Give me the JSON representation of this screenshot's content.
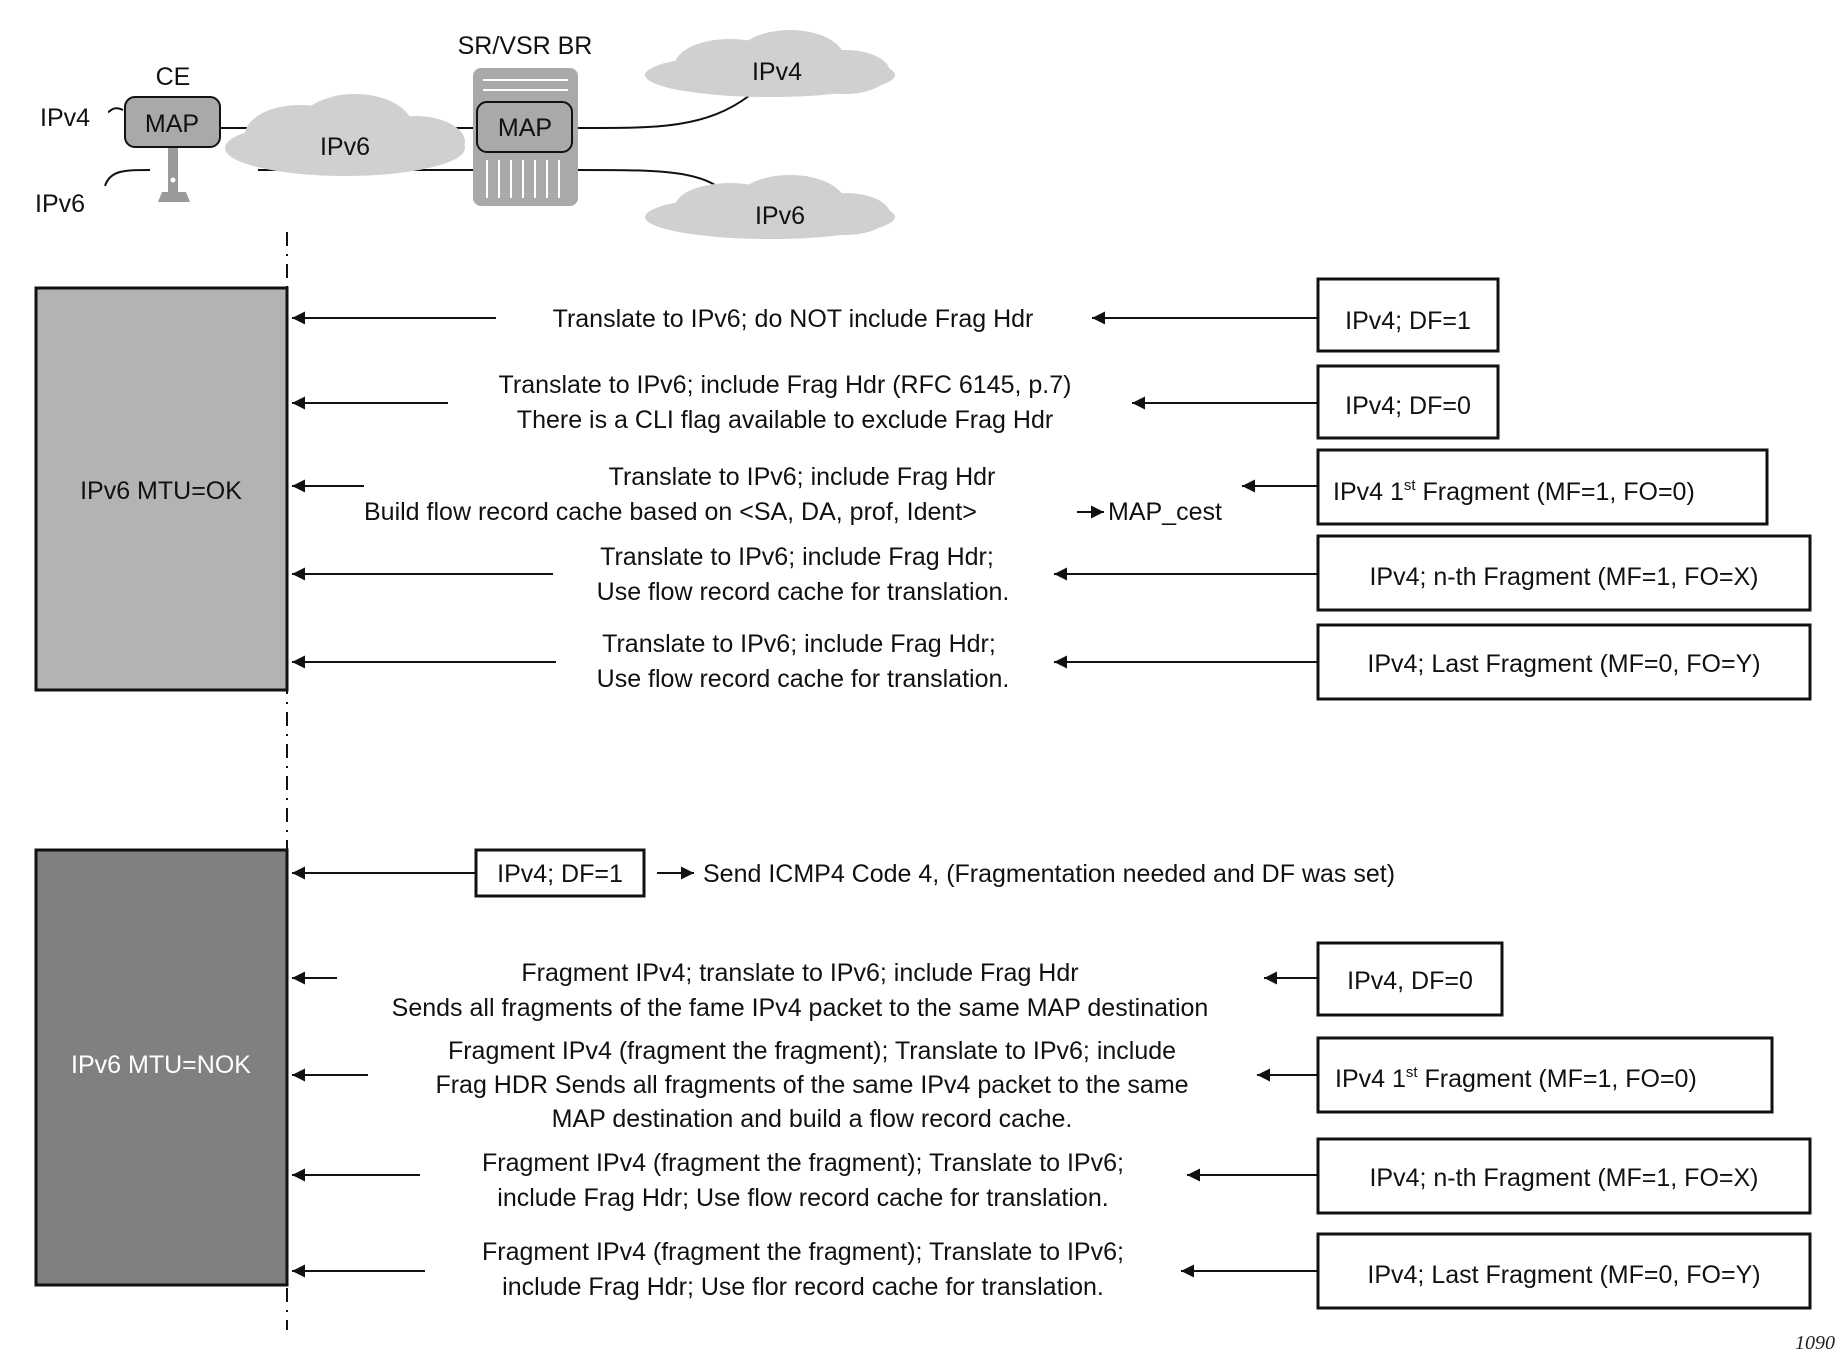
{
  "top": {
    "ce_label": "CE",
    "ce_map": "MAP",
    "ce_ipv4": "IPv4",
    "ce_ipv6": "IPv6",
    "cloud_middle": "IPv6",
    "br_label": "SR/VSR BR",
    "br_map": "MAP",
    "cloud_top_right": "IPv4",
    "cloud_bottom_right": "IPv6"
  },
  "section_ok": {
    "box_label": "IPv6 MTU=OK",
    "rows": [
      {
        "lines": [
          "Translate to IPv6; do NOT include Frag Hdr"
        ],
        "packet": "IPv4; DF=1"
      },
      {
        "lines": [
          "Translate to IPv6; include Frag Hdr (RFC 6145, p.7)",
          "There is a CLI flag available to exclude Frag Hdr"
        ],
        "packet": "IPv4; DF=0"
      },
      {
        "lines": [
          "Translate to IPv6; include Frag Hdr",
          "Build flow record cache based on <SA, DA, prof, Ident>"
        ],
        "extra": "MAP_cest",
        "packet_pre": "IPv4 1",
        "packet_sup": "st",
        "packet_post": " Fragment (MF=1, FO=0)"
      },
      {
        "lines": [
          "Translate to IPv6; include Frag Hdr;",
          "Use flow record cache for translation."
        ],
        "packet": "IPv4; n-th Fragment (MF=1, FO=X)"
      },
      {
        "lines": [
          "Translate to IPv6; include Frag Hdr;",
          "Use flow record cache for translation."
        ],
        "packet": "IPv4; Last Fragment (MF=0, FO=Y)"
      }
    ]
  },
  "section_nok": {
    "box_label": "IPv6 MTU=NOK",
    "icmp_packet": "IPv4; DF=1",
    "icmp_text": "Send ICMP4 Code 4, (Fragmentation needed and DF was set)",
    "rows": [
      {
        "lines": [
          "Fragment IPv4; translate to IPv6; include Frag Hdr",
          "Sends all fragments of the fame IPv4 packet to the same MAP destination"
        ],
        "packet": "IPv4, DF=0"
      },
      {
        "lines": [
          "Fragment IPv4 (fragment the fragment); Translate to IPv6; include",
          "Frag HDR Sends all fragments of the same IPv4 packet to the same",
          "MAP destination and build a flow record cache."
        ],
        "packet_pre": "IPv4 1",
        "packet_sup": "st",
        "packet_post": " Fragment (MF=1, FO=0)"
      },
      {
        "lines": [
          "Fragment IPv4 (fragment the fragment); Translate to IPv6;",
          "include Frag Hdr; Use flow record cache for translation."
        ],
        "packet": "IPv4; n-th Fragment (MF=1, FO=X)"
      },
      {
        "lines": [
          "Fragment IPv4 (fragment the fragment); Translate to IPv6;",
          "include Frag Hdr; Use flor record cache for translation."
        ],
        "packet": "IPv4; Last Fragment (MF=0, FO=Y)"
      }
    ]
  },
  "figure_number": "1090",
  "colors": {
    "box_ok": "#b3b3b3",
    "box_nok": "#808080",
    "cloud": "#d0d0d0",
    "device": "#a9a9a9"
  }
}
